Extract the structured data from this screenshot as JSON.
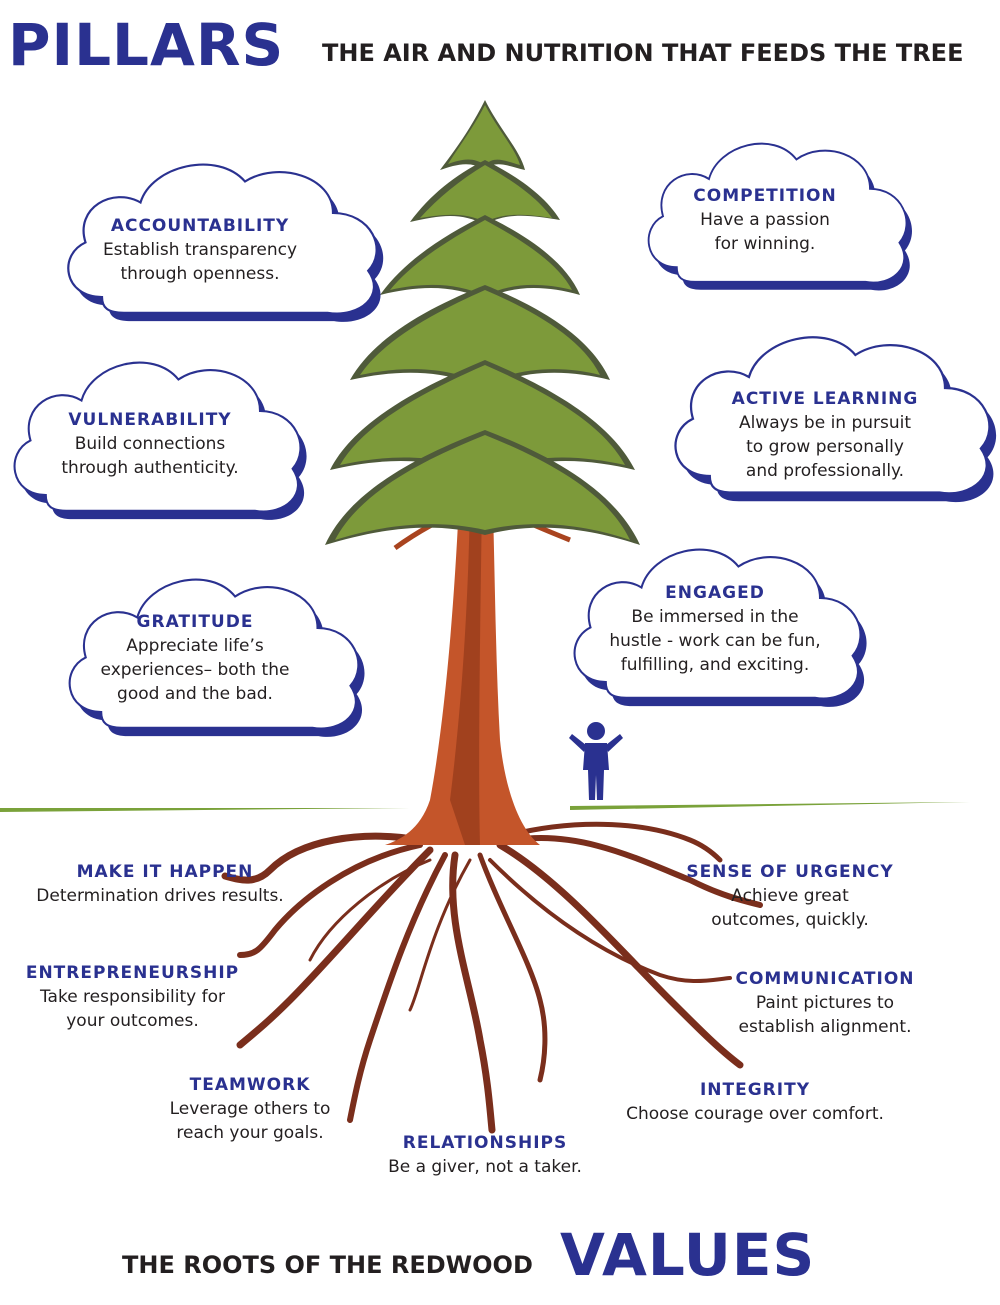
{
  "header": {
    "title": "PILLARS",
    "subtitle": "THE AIR AND NUTRITION THAT FEEDS THE TREE"
  },
  "pillars": [
    {
      "title": "ACCOUNTABILITY",
      "desc": [
        "Establish transparency",
        "through openness."
      ]
    },
    {
      "title": "COMPETITION",
      "desc": [
        "Have a passion",
        "for winning."
      ]
    },
    {
      "title": "VULNERABILITY",
      "desc": [
        "Build connections",
        "through authenticity."
      ]
    },
    {
      "title": "ACTIVE LEARNING",
      "desc": [
        "Always be in pursuit",
        "to grow personally",
        "and professionally."
      ]
    },
    {
      "title": "GRATITUDE",
      "desc": [
        "Appreciate life’s",
        "experiences– both the",
        "good and the bad."
      ]
    },
    {
      "title": "ENGAGED",
      "desc": [
        "Be immersed in the",
        "hustle - work can be fun,",
        "fulfilling, and exciting."
      ]
    }
  ],
  "values": [
    {
      "title": "MAKE IT HAPPEN",
      "desc": [
        "Determination drives results."
      ]
    },
    {
      "title": "SENSE OF URGENCY",
      "desc": [
        "Achieve great",
        "outcomes, quickly."
      ]
    },
    {
      "title": "ENTREPRENEURSHIP",
      "desc": [
        "Take responsibility for",
        "your outcomes."
      ]
    },
    {
      "title": "COMMUNICATION",
      "desc": [
        "Paint pictures to",
        "establish alignment."
      ]
    },
    {
      "title": "TEAMWORK",
      "desc": [
        "Leverage others to",
        "reach your goals."
      ]
    },
    {
      "title": "INTEGRITY",
      "desc": [
        "Choose courage over comfort."
      ]
    },
    {
      "title": "RELATIONSHIPS",
      "desc": [
        "Be a giver, not a taker."
      ]
    }
  ],
  "footer": {
    "subtitle": "THE ROOTS OF THE REDWOOD",
    "title": "VALUES"
  },
  "colors": {
    "brand_blue": "#2a3190",
    "leaf_green": "#7d9a3a",
    "trunk_orange": "#c4552a",
    "root_brown": "#7a2e1c",
    "ground_green": "#7aa23a"
  }
}
